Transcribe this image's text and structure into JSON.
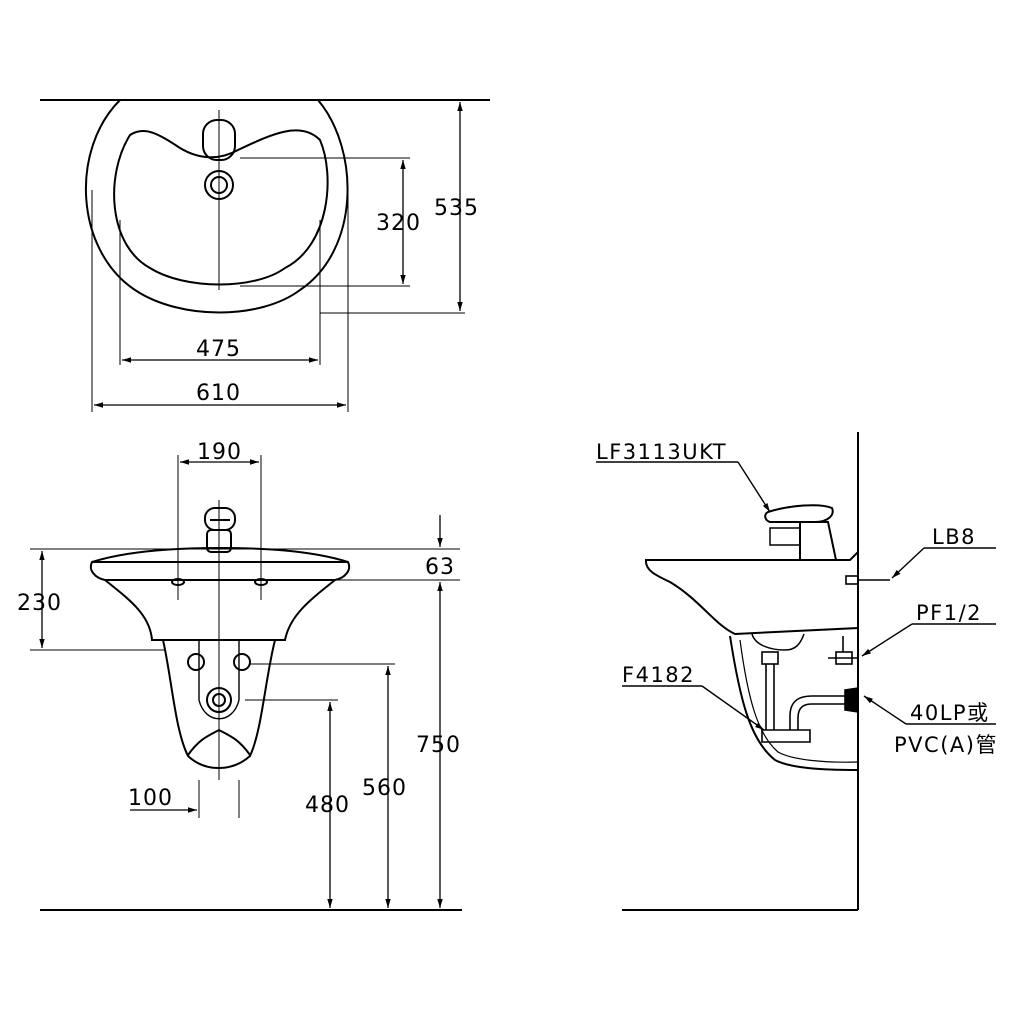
{
  "top_view": {
    "dim_depth_outer": "535",
    "dim_depth_inner": "320",
    "dim_width_inner": "475",
    "dim_width_outer": "610"
  },
  "front_view": {
    "dim_tap_holes": "190",
    "dim_basin_height": "230",
    "dim_rim": "63",
    "dim_trap_width": "100",
    "dim_waste_height": "480",
    "dim_supply_height": "560",
    "dim_rim_height": "750"
  },
  "side_view": {
    "label_faucet": "LF3113UKT",
    "label_bolt": "LB8",
    "label_supply": "PF1/2",
    "label_trap": "F4182",
    "label_outlet_1": "40LP或",
    "label_outlet_2": "PVC(A)管"
  }
}
